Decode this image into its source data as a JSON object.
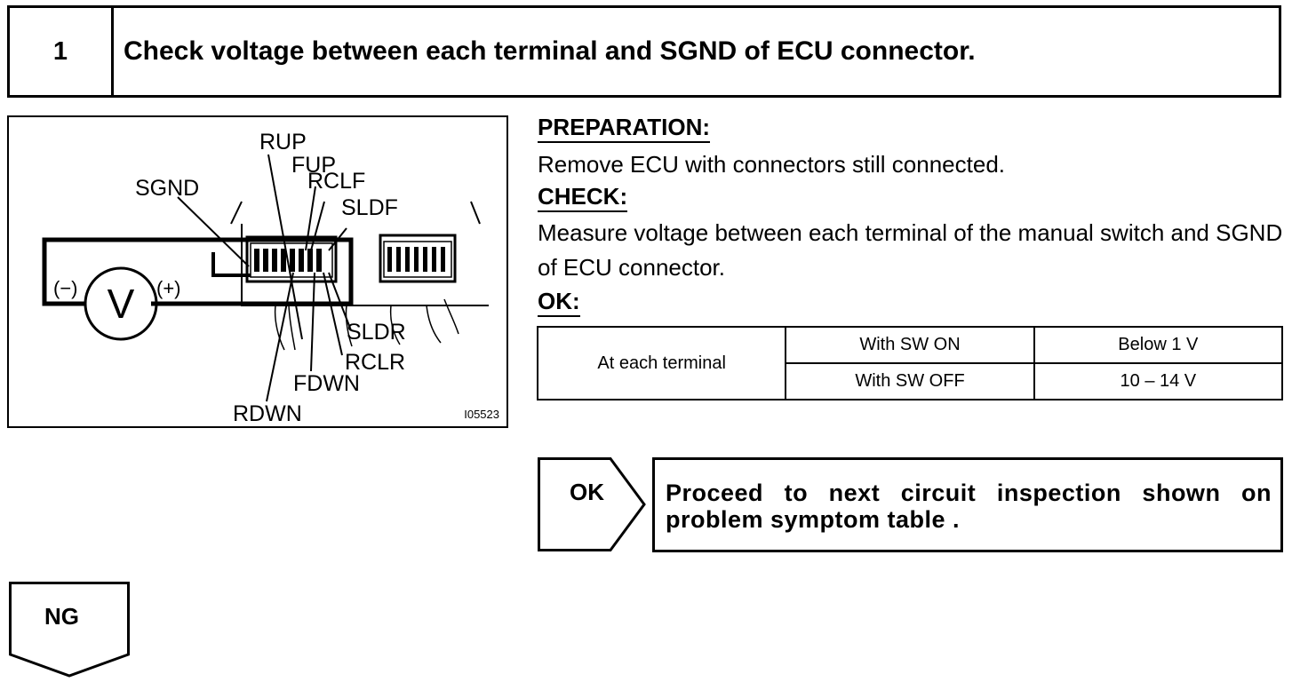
{
  "step": {
    "number": "1",
    "title": "Check voltage between each terminal and SGND of ECU connector."
  },
  "figure": {
    "labels": {
      "rup": "RUP",
      "fup": "FUP",
      "rclf": "RCLF",
      "sldf": "SLDF",
      "sgnd": "SGND",
      "sldr": "SLDR",
      "rclr": "RCLR",
      "fdwn": "FDWN",
      "rdwn": "RDWN"
    },
    "meter_symbol": "V",
    "minus": "(−)",
    "plus": "(+)",
    "figure_id": "I05523"
  },
  "preparation": {
    "heading": "PREPARATION:",
    "text": "Remove ECU with connectors still connected."
  },
  "check": {
    "heading": "CHECK:",
    "text": "Measure voltage between each terminal of the manual switch and SGND of ECU connector."
  },
  "ok_section": {
    "heading": "OK:"
  },
  "spec_table": {
    "row_label": "At each terminal",
    "rows": [
      {
        "condition": "With SW ON",
        "value": "Below 1 V"
      },
      {
        "condition": "With SW OFF",
        "value": "10 – 14 V"
      }
    ]
  },
  "ok_result": {
    "label": "OK",
    "text": "Proceed to next circuit inspection shown on problem symptom table ."
  },
  "ng_result": {
    "label": "NG"
  }
}
